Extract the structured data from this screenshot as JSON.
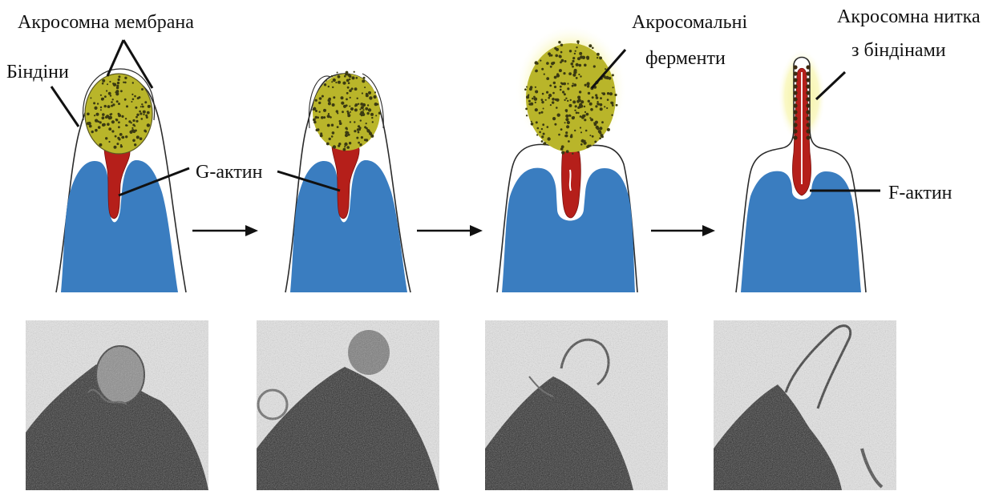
{
  "labels": {
    "acrosome_membrane": "Акросомна мембрана",
    "bindins": "Біндіни",
    "g_actin": "G-актин",
    "acrosomal_enzymes_line1": "Акросомальні",
    "acrosomal_enzymes_line2": "ферменти",
    "acrosomal_filament_line1": "Акросомна нитка",
    "acrosomal_filament_line2": "з біндінами",
    "f_actin": "F-актин"
  },
  "stages": [
    {
      "name": "stage-1-intact-acrosome"
    },
    {
      "name": "stage-2-membrane-fusion"
    },
    {
      "name": "stage-3-enzyme-release"
    },
    {
      "name": "stage-4-acrosomal-process"
    }
  ],
  "colors": {
    "nucleus": "#3a7dc0",
    "actin": "#b51f1a",
    "acrosome": "#b9b52a",
    "granules": "#3b3a12",
    "enzyme_glow": "#f2ef8a",
    "outline": "#2b2b2b",
    "micrograph_dark": "#2a2a2a",
    "micrograph_light": "#d9d9d9"
  },
  "icons": [
    "arrow-right-icon",
    "arrow-right-icon",
    "arrow-right-icon"
  ]
}
